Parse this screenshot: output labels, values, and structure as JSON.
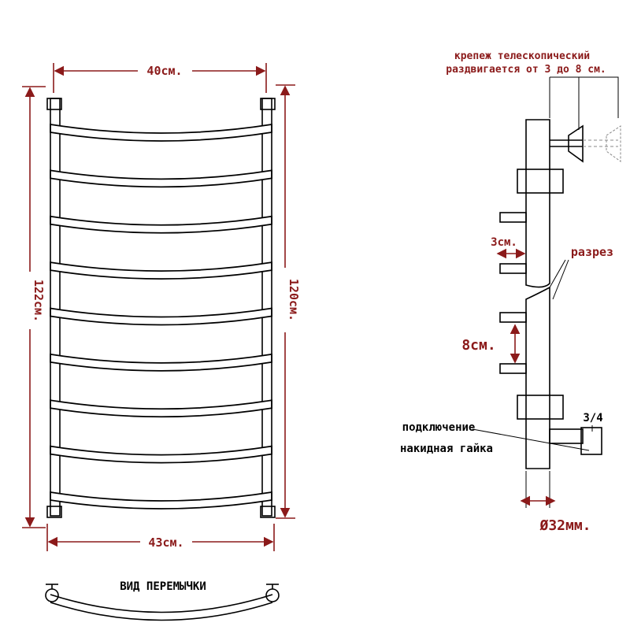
{
  "front_view": {
    "top_width": "40см.",
    "bottom_width": "43см.",
    "total_height": "122см.",
    "axis_height": "120см.",
    "rungs": 9
  },
  "jumper_view": {
    "label": "ВИД ПЕРЕМЫЧКИ"
  },
  "side_view": {
    "mount_line1": "крепеж телескопический",
    "mount_line2": "раздвигается от 3 до 8 см.",
    "offset": "3см.",
    "section": "разрез",
    "spacing": "8см.",
    "connection_line1": "подключение",
    "connection_line2": "накидная гайка",
    "thread": "3/4",
    "diameter": "Ø32мм."
  },
  "colors": {
    "dimension": "#8b1a1a",
    "outline": "#000000"
  }
}
